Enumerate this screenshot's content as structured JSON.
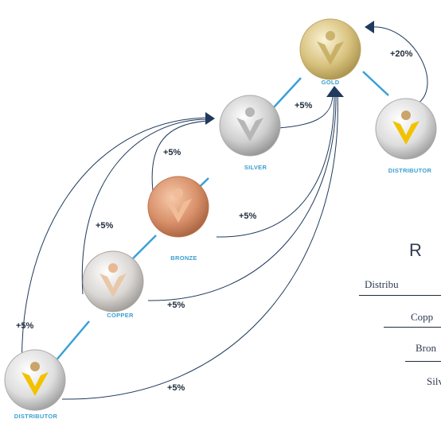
{
  "diagram": {
    "medals": [
      {
        "id": "gold",
        "label": "GOLD",
        "color": "#d9c57e"
      },
      {
        "id": "silver",
        "label": "SILVER",
        "color": "#c9c9c9"
      },
      {
        "id": "bronze",
        "label": "BRONZE",
        "color": "#d9946a"
      },
      {
        "id": "copper",
        "label": "COPPER",
        "color": "#e2c4a6"
      },
      {
        "id": "distributor_bottom",
        "label": "DISTRIBUTOR",
        "color": "#f2c200"
      },
      {
        "id": "distributor_right",
        "label": "DISTRIBUTOR",
        "color": "#f2c200"
      }
    ],
    "percentages": {
      "to_gold_from_distributor": "+20%",
      "silver_to_gold": "+5%",
      "bronze_to_silver": "+5%",
      "bronze_to_gold": "+5%",
      "copper_to_silver": "+5%",
      "copper_to_gold": "+5%",
      "distributor_to_silver": "+5%",
      "distributor_to_gold": "+5%"
    },
    "colors": {
      "connector": "#3aa0d6",
      "arrow": "#1f3a5c"
    }
  },
  "table": {
    "title": "R",
    "rows": [
      "Distribu",
      "Copp",
      "Bron",
      "Silv"
    ]
  }
}
